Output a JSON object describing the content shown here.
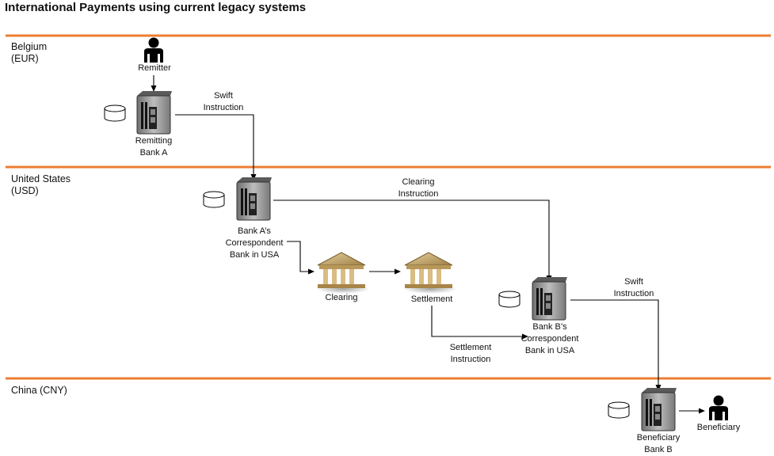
{
  "title": "International Payments using current legacy systems",
  "regions": {
    "belgium": "Belgium\n(EUR)",
    "usa": "United States\n(USD)",
    "china": "China (CNY)"
  },
  "nodes": {
    "remitter": "Remitter",
    "remitting_bank": "Remitting\nBank A",
    "bank_a_correspondent": "Bank A’s\nCorrespondent\nBank in USA",
    "clearing": "Clearing",
    "settlement": "Settlement",
    "bank_b_correspondent": "Bank B’s\nCorrespondent\nBank in USA",
    "beneficiary_bank": "Beneficiary\nBank B",
    "beneficiary": "Beneficiary"
  },
  "edges": {
    "swift_instruction_1": "Swift\nInstruction",
    "clearing_instruction": "Clearing\nInstruction",
    "settlement_instruction": "Settlement\nInstruction",
    "swift_instruction_2": "Swift\nInstruction"
  },
  "colors": {
    "divider": "#ED7D31",
    "line": "#000000",
    "server": "#8c8c8c",
    "bank_building": "#c8a96a"
  }
}
